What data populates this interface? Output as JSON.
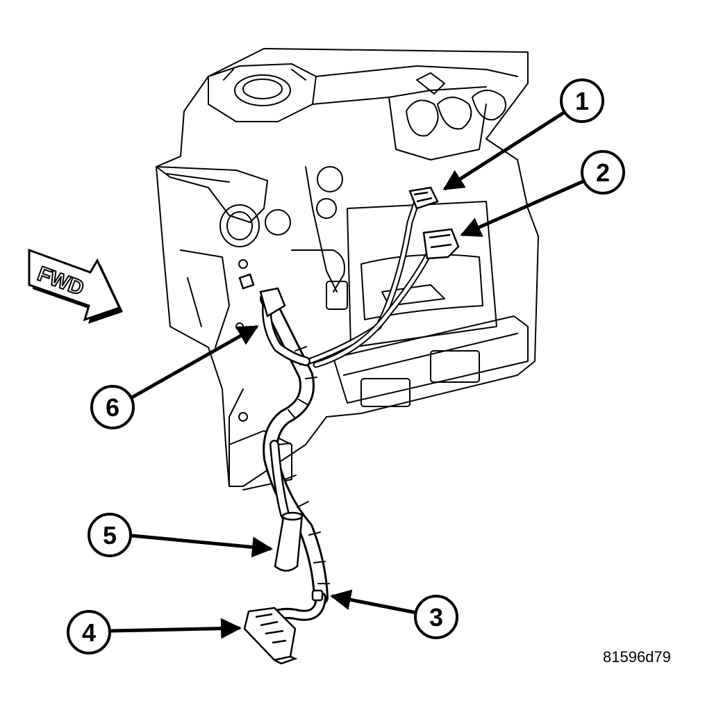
{
  "callouts": [
    {
      "id": "1",
      "label": "1"
    },
    {
      "id": "2",
      "label": "2"
    },
    {
      "id": "3",
      "label": "3"
    },
    {
      "id": "4",
      "label": "4"
    },
    {
      "id": "5",
      "label": "5"
    },
    {
      "id": "6",
      "label": "6"
    }
  ],
  "direction_label": "FWD",
  "figure_code": "81596d79",
  "colors": {
    "line": "#000000",
    "background": "#ffffff",
    "fill": "#ffffff"
  }
}
